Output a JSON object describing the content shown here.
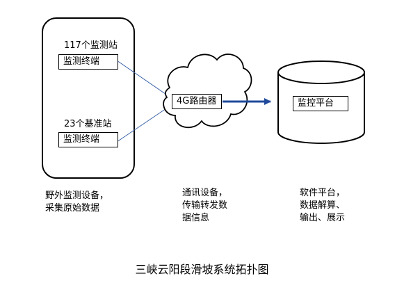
{
  "field_device": {
    "group1_title": "117个监测站",
    "group1_terminal": "监测终端",
    "group2_title": "23个基准站",
    "group2_terminal": "监测终端",
    "caption_lines": [
      "野外监测设备，",
      "采集原始数据"
    ]
  },
  "network": {
    "router_label": "4G路由器",
    "caption_lines": [
      "通讯设备，",
      "传输转发数",
      "据信息"
    ]
  },
  "platform": {
    "label": "监控平台",
    "caption_lines": [
      "软件平台，",
      "数据解算、",
      "输出、展示"
    ]
  },
  "title": "三峡云阳段滑坡系统拓扑图",
  "colors": {
    "arrow": "#3a62a8",
    "thick_arrow": "#1f4a9c",
    "outline": "#000000"
  }
}
